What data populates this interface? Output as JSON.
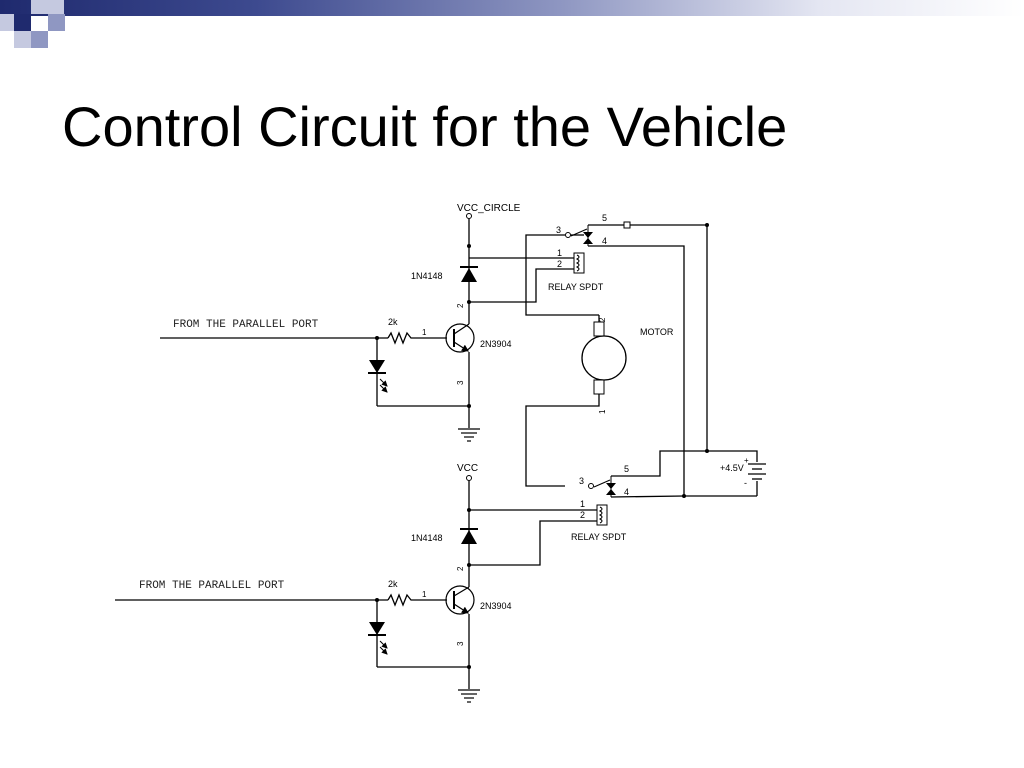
{
  "slide": {
    "title": "Control Circuit for the Vehicle",
    "colors": {
      "bar_dark": "#1f2a6e",
      "bar_light": "#ffffff",
      "square_dark": "#1f2a6e",
      "square_mid": "#8f97c2",
      "square_light": "#c5c9e0"
    }
  },
  "circuit_top": {
    "supply_label": "VCC_CIRCLE",
    "input_label": "FROM THE PARALLEL PORT",
    "resistor_label": "2k",
    "diode_label": "1N4148",
    "transistor_label": "2N3904",
    "relay_label": "RELAY SPDT",
    "pin_base": "1",
    "pin_collector": "2",
    "pin_emitter": "3",
    "relay_pin1": "1",
    "relay_pin2": "2",
    "relay_pin3": "3",
    "relay_pin4": "4",
    "relay_pin5": "5"
  },
  "motor": {
    "label": "MOTOR",
    "pin_top": "2",
    "pin_bottom": "1"
  },
  "battery": {
    "label": "+4.5V",
    "plus": "+",
    "minus": "-"
  },
  "circuit_bottom": {
    "supply_label": "VCC",
    "input_label": "FROM THE PARALLEL PORT",
    "resistor_label": "2k",
    "diode_label": "1N4148",
    "transistor_label": "2N3904",
    "relay_label": "RELAY SPDT",
    "pin_base": "1",
    "pin_collector": "2",
    "pin_emitter": "3",
    "relay_pin1": "1",
    "relay_pin2": "2",
    "relay_pin3": "3",
    "relay_pin4": "4",
    "relay_pin5": "5"
  }
}
